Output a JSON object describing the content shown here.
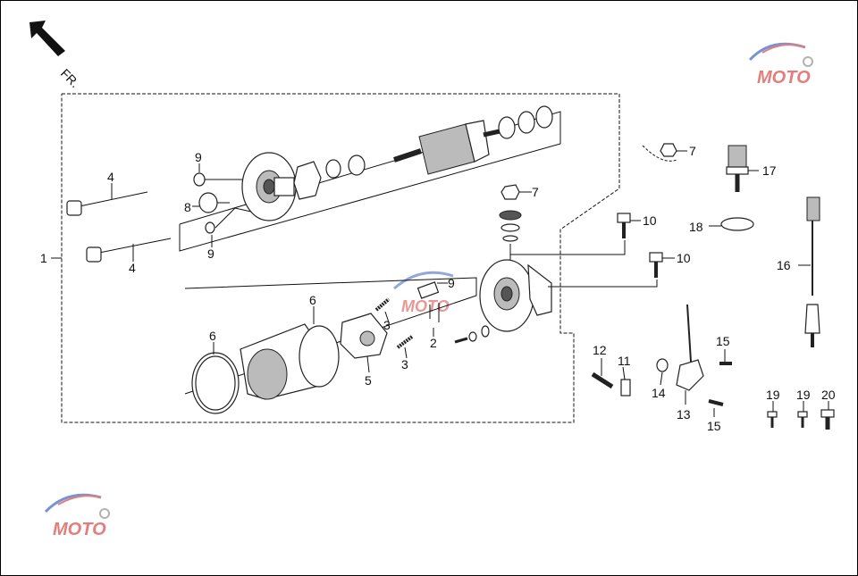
{
  "orientation": {
    "label": "FR."
  },
  "watermark": {
    "text": "MOTO"
  },
  "callouts": [
    {
      "id": "c1",
      "label": "1"
    },
    {
      "id": "c2",
      "label": "2"
    },
    {
      "id": "c3a",
      "label": "3"
    },
    {
      "id": "c3b",
      "label": "3"
    },
    {
      "id": "c4a",
      "label": "4"
    },
    {
      "id": "c4b",
      "label": "4"
    },
    {
      "id": "c5",
      "label": "5"
    },
    {
      "id": "c6a",
      "label": "6"
    },
    {
      "id": "c6b",
      "label": "6"
    },
    {
      "id": "c7a",
      "label": "7"
    },
    {
      "id": "c7b",
      "label": "7"
    },
    {
      "id": "c8",
      "label": "8"
    },
    {
      "id": "c9a",
      "label": "9"
    },
    {
      "id": "c9b",
      "label": "9"
    },
    {
      "id": "c9c",
      "label": "9"
    },
    {
      "id": "c10a",
      "label": "10"
    },
    {
      "id": "c10b",
      "label": "10"
    },
    {
      "id": "c11",
      "label": "11"
    },
    {
      "id": "c12",
      "label": "12"
    },
    {
      "id": "c13",
      "label": "13"
    },
    {
      "id": "c14",
      "label": "14"
    },
    {
      "id": "c15a",
      "label": "15"
    },
    {
      "id": "c15b",
      "label": "15"
    },
    {
      "id": "c16",
      "label": "16"
    },
    {
      "id": "c17",
      "label": "17"
    },
    {
      "id": "c18",
      "label": "18"
    },
    {
      "id": "c19a",
      "label": "19"
    },
    {
      "id": "c19b",
      "label": "19"
    },
    {
      "id": "c20",
      "label": "20"
    }
  ],
  "colors": {
    "line": "#111111",
    "watermark_red": "#d9534f",
    "watermark_blue": "#4a6fc7"
  }
}
